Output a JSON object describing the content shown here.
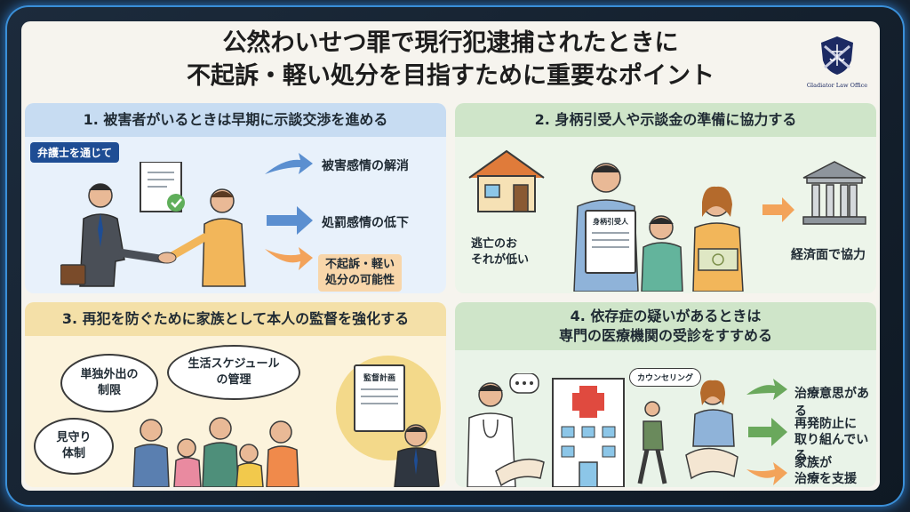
{
  "title": {
    "line1": "公然わいせつ罪で現行犯逮捕されたときに",
    "line2": "不起訴・軽い処分を目指すために重要なポイント"
  },
  "logo": {
    "text": "Gladiator Law Office"
  },
  "panel1": {
    "heading": "1. 被害者がいるときは早期に示談交渉を進める",
    "tag": "弁護士を通じて",
    "outcome1": "被害感情の解消",
    "outcome2": "処罰感情の低下",
    "outcome3_line1": "不起訴・軽い",
    "outcome3_line2": "処分の可能性"
  },
  "panel2": {
    "heading": "2. 身柄引受人や示談金の準備に協力する",
    "house_line1": "逃亡のお",
    "house_line2": "それが低い",
    "doc_label": "身柄引受人",
    "bank_label": "経済面で協力"
  },
  "panel3": {
    "heading": "3. 再犯を防ぐために家族として本人の監督を強化する",
    "bubble1_line1": "単独外出の",
    "bubble1_line2": "制限",
    "bubble2_line1": "生活スケジュール",
    "bubble2_line2": "の管理",
    "bubble3_line1": "見守り",
    "bubble3_line2": "体制",
    "doc_label": "監督計画"
  },
  "panel4": {
    "heading_line1": "4. 依存症の疑いがあるときは",
    "heading_line2": "専門の医療機関の受診をすすめる",
    "counseling": "カウンセリング",
    "outcome1": "治療意思がある",
    "outcome2_line1": "再発防止に",
    "outcome2_line2": "取り組んでいる",
    "outcome3_line1": "家族が",
    "outcome3_line2": "治療を支援"
  },
  "colors": {
    "panel1": "#e8f1fb",
    "panel2": "#edf5ea",
    "panel3": "#fcf3dc",
    "panel4": "#e9f3e8",
    "tag": "#1e4d94",
    "highlight": "#f8d6aa",
    "arrow_blue": "#5b8fd0",
    "arrow_orange": "#f3a35a",
    "arrow_green": "#6aa85c"
  }
}
